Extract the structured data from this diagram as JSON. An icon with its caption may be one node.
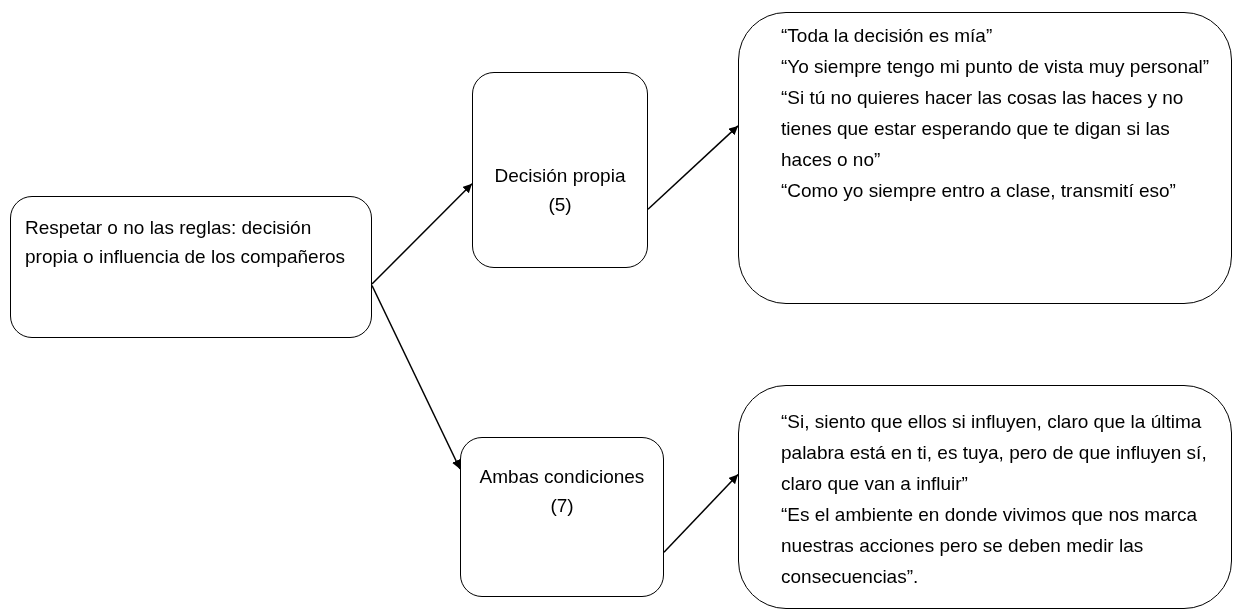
{
  "diagram": {
    "nodes": [
      {
        "text": [
          "Respetar o no las reglas: decisión propia o influencia de los compañeros"
        ]
      },
      {
        "text": [
          "Decisión propia (5)"
        ]
      },
      {
        "text": [
          "Ambas condiciones (7)"
        ]
      },
      {
        "text": [
          "“Toda la decisión es mía”",
          "“Yo siempre tengo mi punto de vista muy personal”",
          "“Si tú no quieres hacer las cosas las haces y no tienes que estar esperando que te digan si las haces o no”",
          "“Como yo siempre entro a clase, transmití eso”"
        ]
      },
      {
        "text": [
          "“Si, siento que ellos si influyen, claro que la última palabra está en ti, es tuya, pero de que influyen sí, claro que van a influir”",
          "“Es el ambiente en donde vivimos que nos marca nuestras acciones pero se deben medir las consecuencias”."
        ]
      }
    ],
    "edges": [
      {
        "from": 0,
        "to": 1,
        "arrow": "to"
      },
      {
        "from": 0,
        "to": 2,
        "arrow": "to"
      },
      {
        "from": 1,
        "to": 3,
        "arrow": "to"
      },
      {
        "from": 2,
        "to": 4,
        "arrow": "to"
      }
    ]
  }
}
